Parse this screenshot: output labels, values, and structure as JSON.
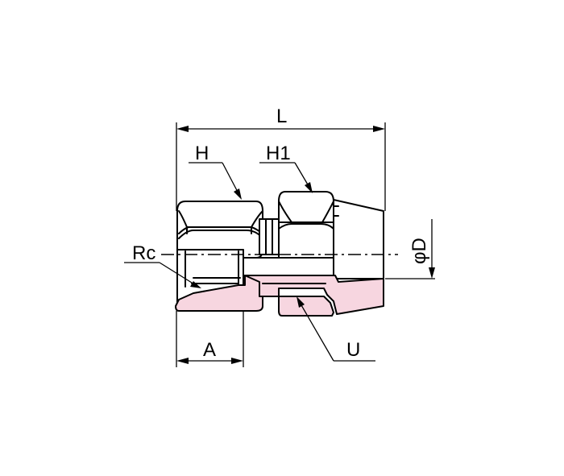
{
  "labels": {
    "L": "L",
    "H": "H",
    "H1": "H1",
    "Rc": "Rc",
    "A": "A",
    "U": "U",
    "phiD": "φD"
  },
  "colors": {
    "section_fill": "#f7d6e0",
    "line": "#000000",
    "background": "#ffffff"
  }
}
